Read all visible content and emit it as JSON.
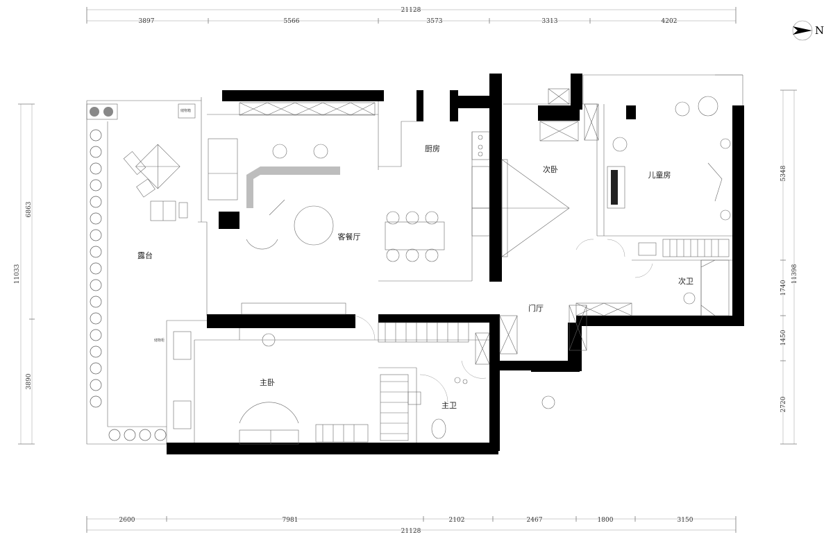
{
  "dimensions": {
    "top_total": "21128",
    "top_segments": [
      "3897",
      "5566",
      "3573",
      "3313",
      "4202"
    ],
    "bottom_total": "21128",
    "bottom_segments": [
      "2600",
      "7981",
      "2102",
      "2467",
      "1800",
      "3150"
    ],
    "left_total": "11033",
    "left_segments": [
      "6863",
      "3890"
    ],
    "right_total": "11398",
    "right_segments": [
      "5348",
      "1740",
      "1450",
      "2720"
    ]
  },
  "north_label": "N",
  "rooms": {
    "terrace": "露台",
    "living_dining": "客餐厅",
    "kitchen": "厨房",
    "second_bedroom": "次卧",
    "kids_room": "儿童房",
    "second_bath": "次卫",
    "entrance_hall": "门厅",
    "master_bedroom": "主卧",
    "master_bath": "主卫"
  },
  "small_labels": {
    "top_box": "储物箱",
    "side_box": "储物柜"
  }
}
